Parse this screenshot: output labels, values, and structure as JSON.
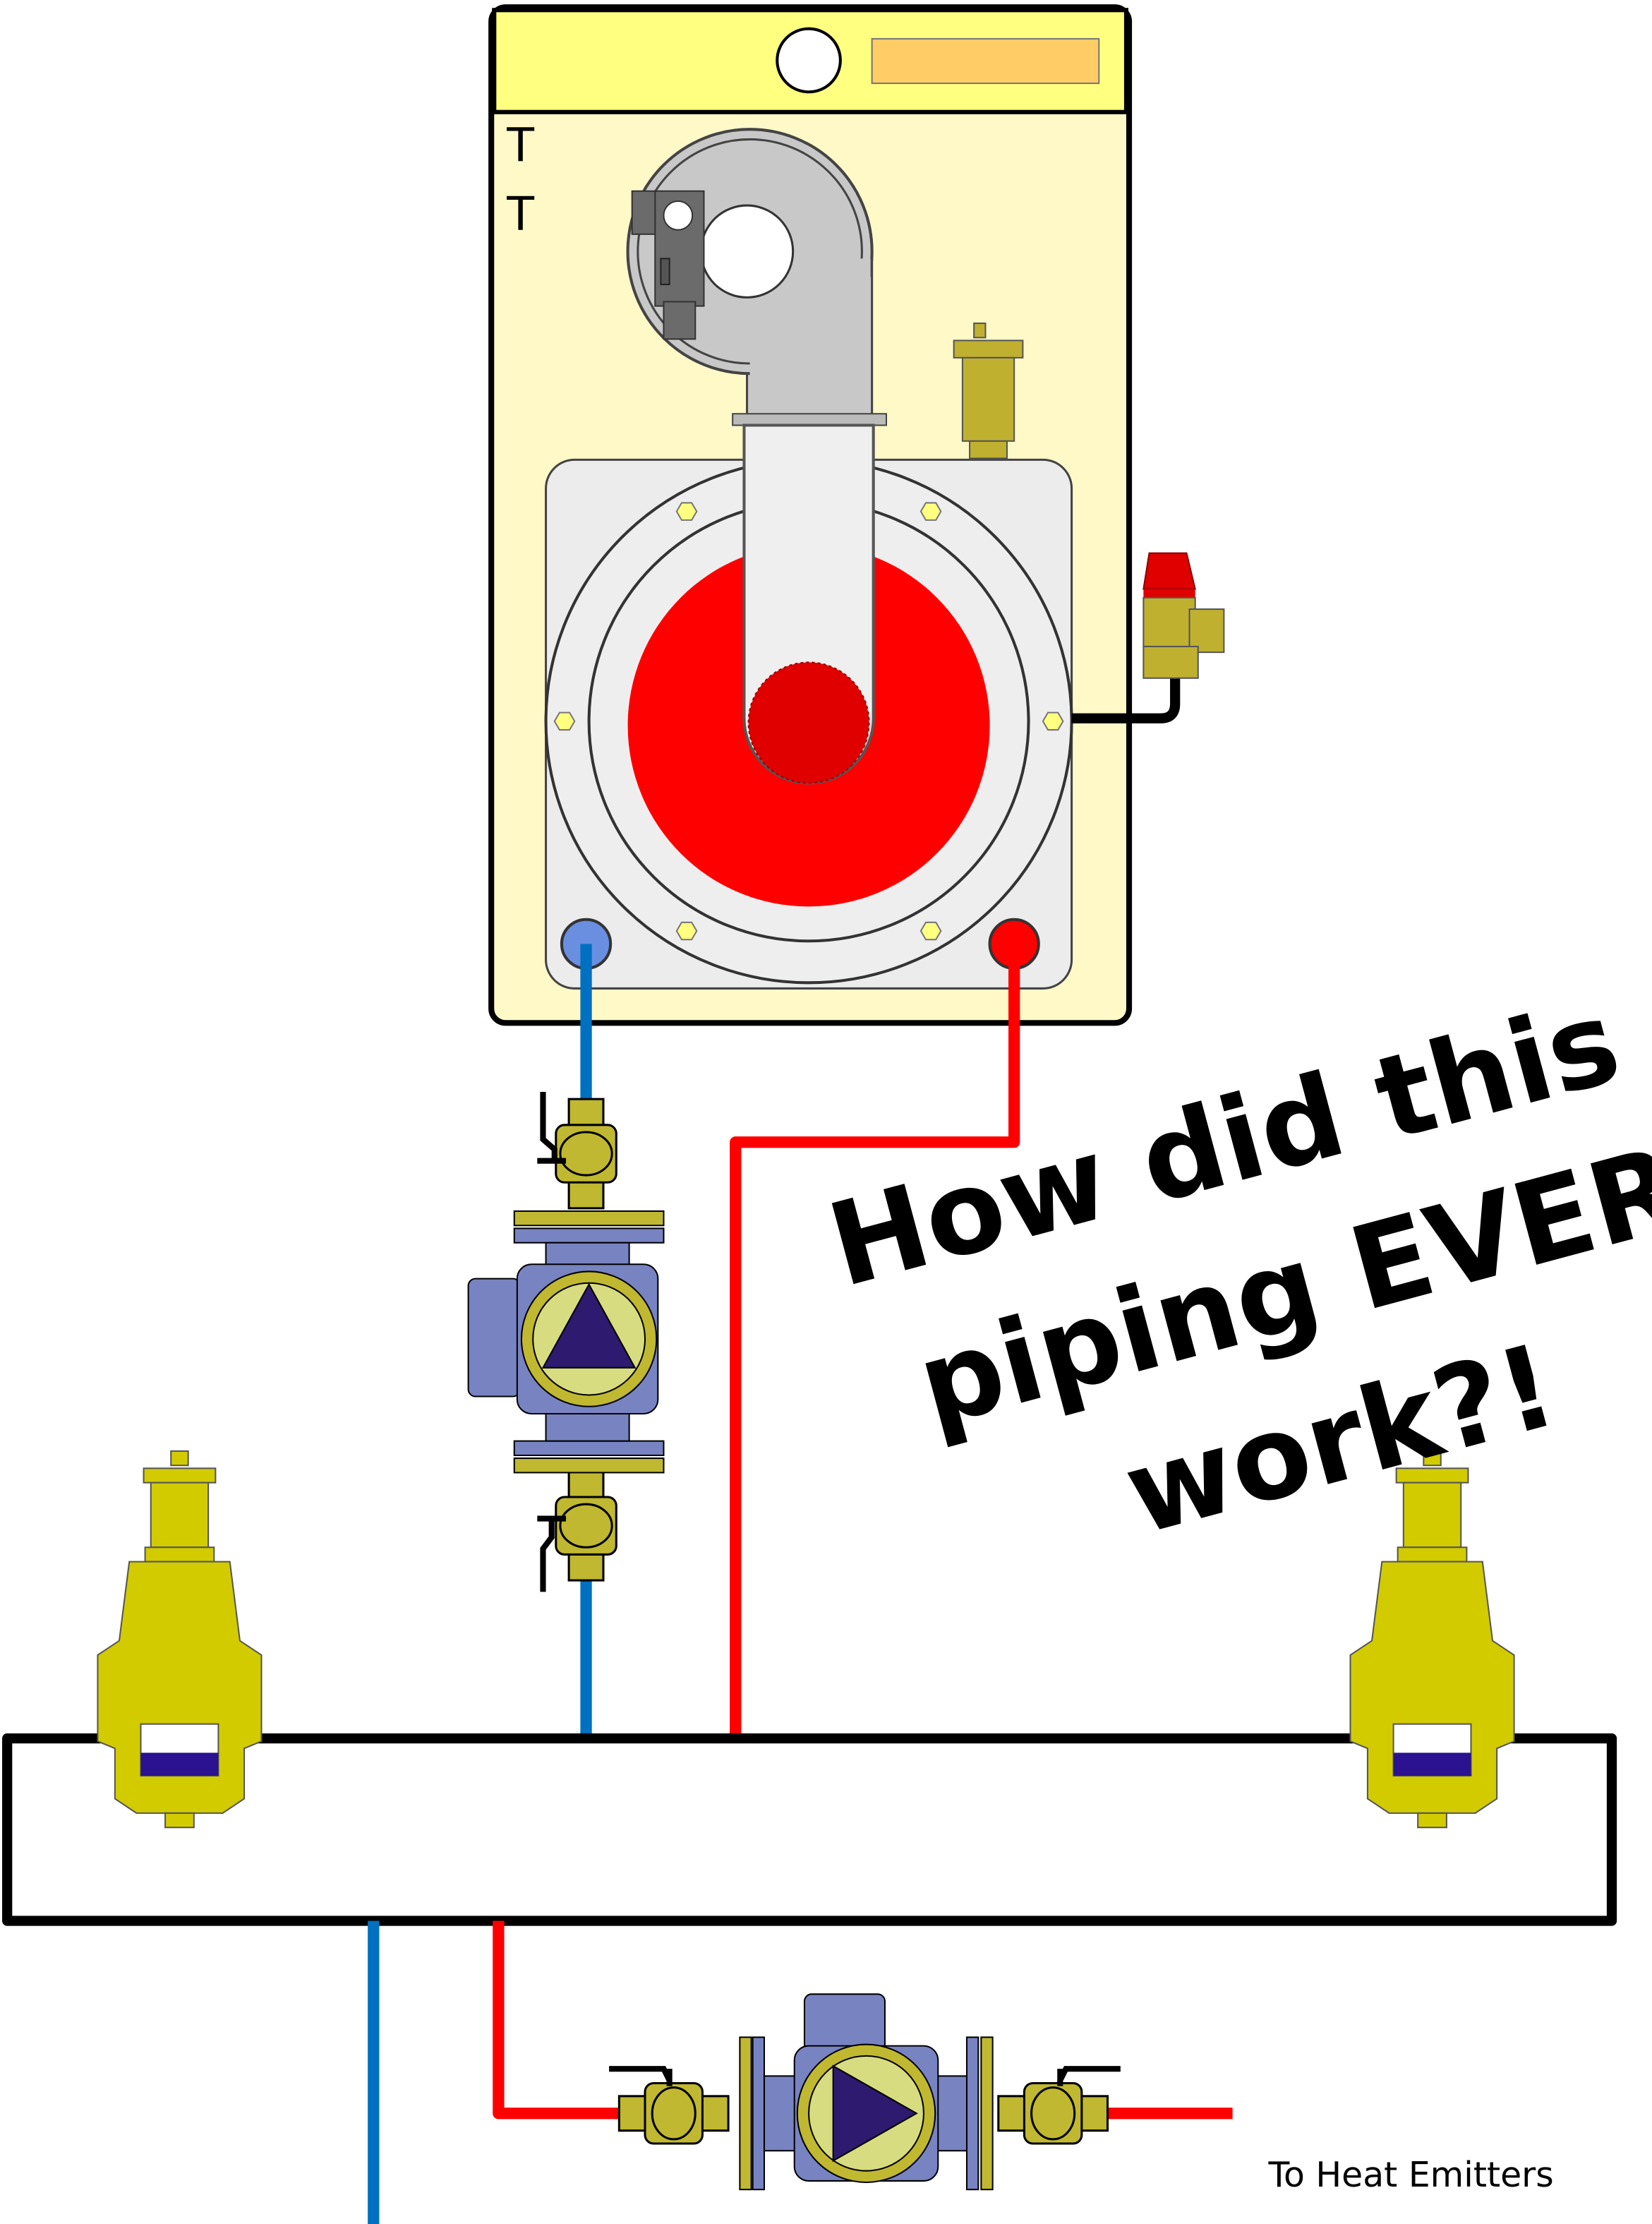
{
  "boiler": {
    "label_t1": "T",
    "label_t2": "T"
  },
  "caption": {
    "line1": "How did this",
    "line2": "piping EVER",
    "line3": "work?!"
  },
  "outlet_label": "To Heat Emitters",
  "colors": {
    "flow": "#ff0000",
    "return": "#0070c0",
    "brass": "#c0b830",
    "pump": "#7883c2",
    "boiler_panel": "#ffff80",
    "boiler_body": "#fff9c8"
  }
}
